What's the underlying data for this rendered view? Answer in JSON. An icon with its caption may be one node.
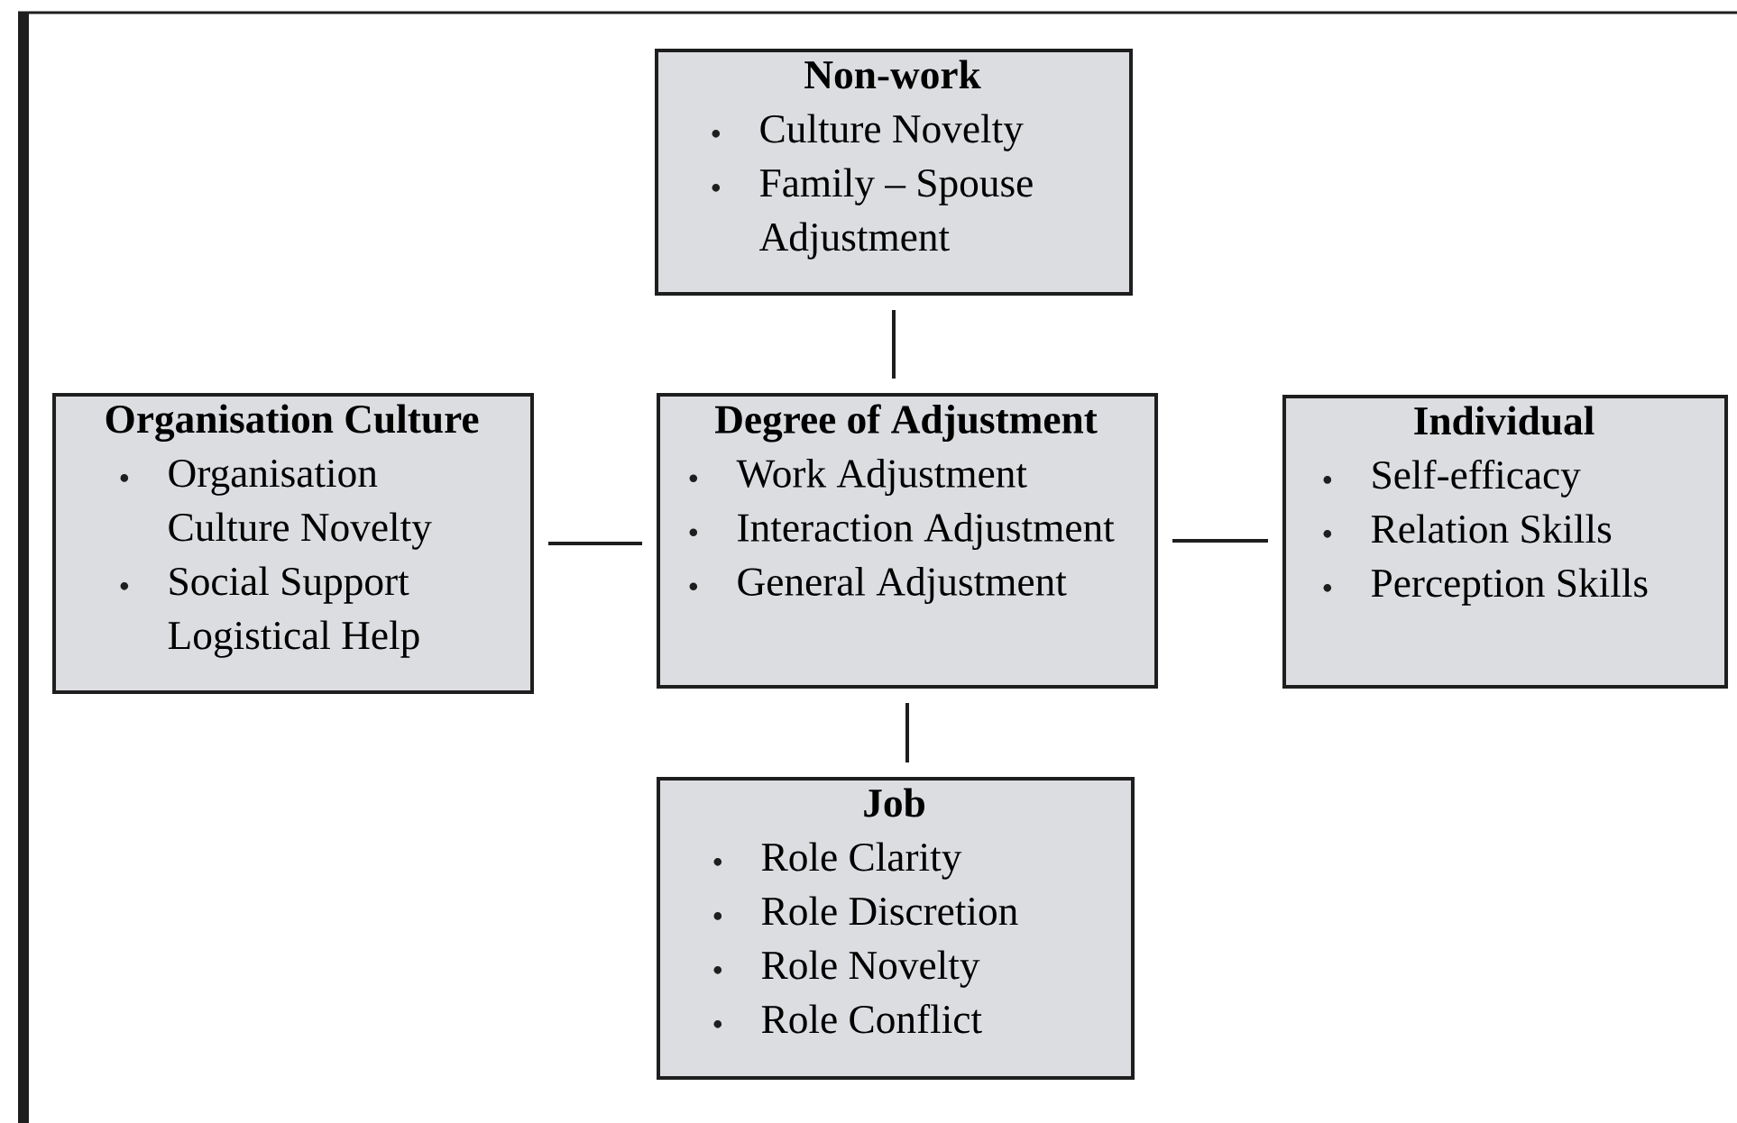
{
  "diagram": {
    "nodes": [
      {
        "text": [
          "Non-work",
          "Culture Novelty",
          "Family – Spouse Adjustment"
        ]
      },
      {
        "text": [
          "Organisation Culture",
          "Organisation Culture Novelty",
          "Social Support Logistical Help"
        ]
      },
      {
        "text": [
          "Degree of Adjustment",
          "Work Adjustment",
          "Interaction Adjustment",
          "General Adjustment"
        ]
      },
      {
        "text": [
          "Individual",
          "Self-efficacy",
          "Relation Skills",
          "Perception Skills"
        ]
      },
      {
        "text": [
          "Job",
          "Role Clarity",
          "Role Discretion",
          "Role Novelty",
          "Role Conflict"
        ]
      }
    ],
    "edges": [
      {
        "from": 0,
        "to": 2,
        "arrow": "none"
      },
      {
        "from": 1,
        "to": 2,
        "arrow": "none"
      },
      {
        "from": 2,
        "to": 3,
        "arrow": "none"
      },
      {
        "from": 2,
        "to": 4,
        "arrow": "none"
      }
    ]
  }
}
